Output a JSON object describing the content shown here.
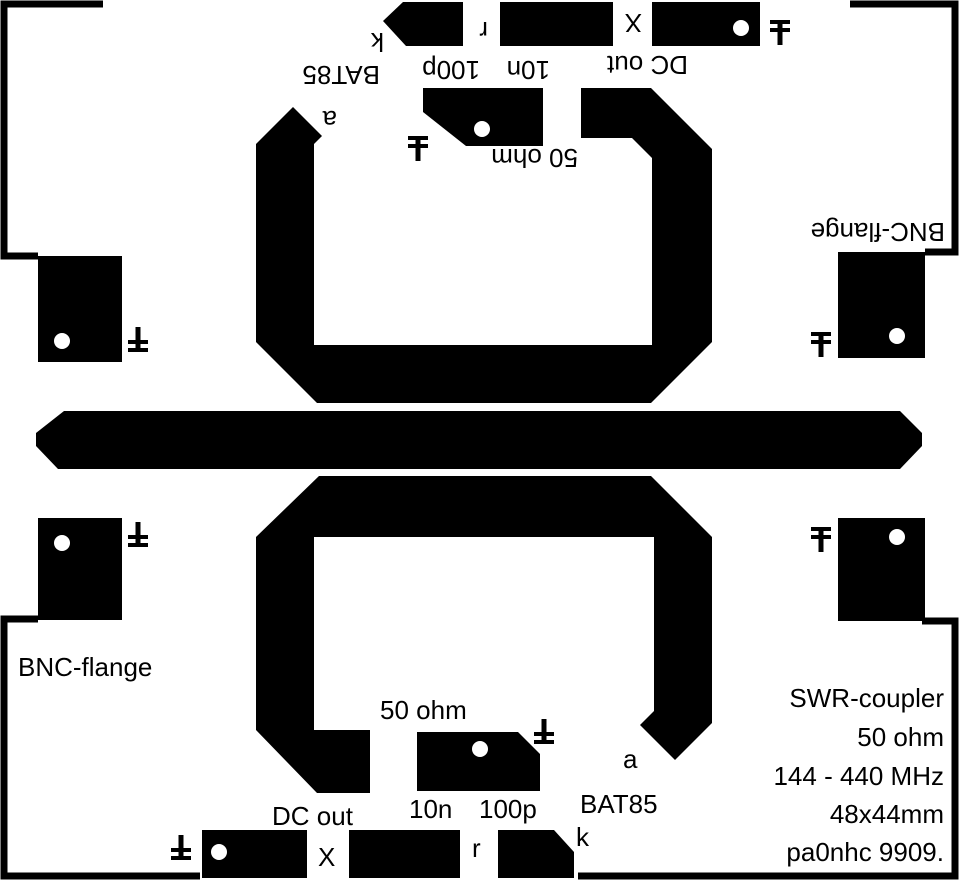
{
  "title": {
    "line1": "SWR-coupler",
    "line2": "50 ohm",
    "line3": "144 - 440 MHz",
    "line4": "48x44mm",
    "line5": "pa0nhc 9909."
  },
  "bottom": {
    "bnc_flange": "BNC-flange",
    "resistor_50ohm": "50 ohm",
    "dc_out": "DC out",
    "cap_10n": "10n",
    "cap_100p": "100p",
    "diode": "BAT85",
    "anode": "a",
    "cathode": "k",
    "resistor_pad": "r",
    "cross_pad": "X"
  },
  "top": {
    "bnc_flange": "BNC-flange",
    "resistor_50ohm": "50 ohm",
    "dc_out": "DC out",
    "cap_10n": "10n",
    "cap_100p": "100p",
    "diode": "BAT85",
    "anode": "a",
    "cathode": "k",
    "resistor_pad": "r",
    "cross_pad": "X"
  },
  "colors": {
    "copper": "#000000",
    "background": "#ffffff"
  },
  "icons": {
    "ground": "ground-symbol-icon",
    "drill": "drill-hole-icon"
  }
}
